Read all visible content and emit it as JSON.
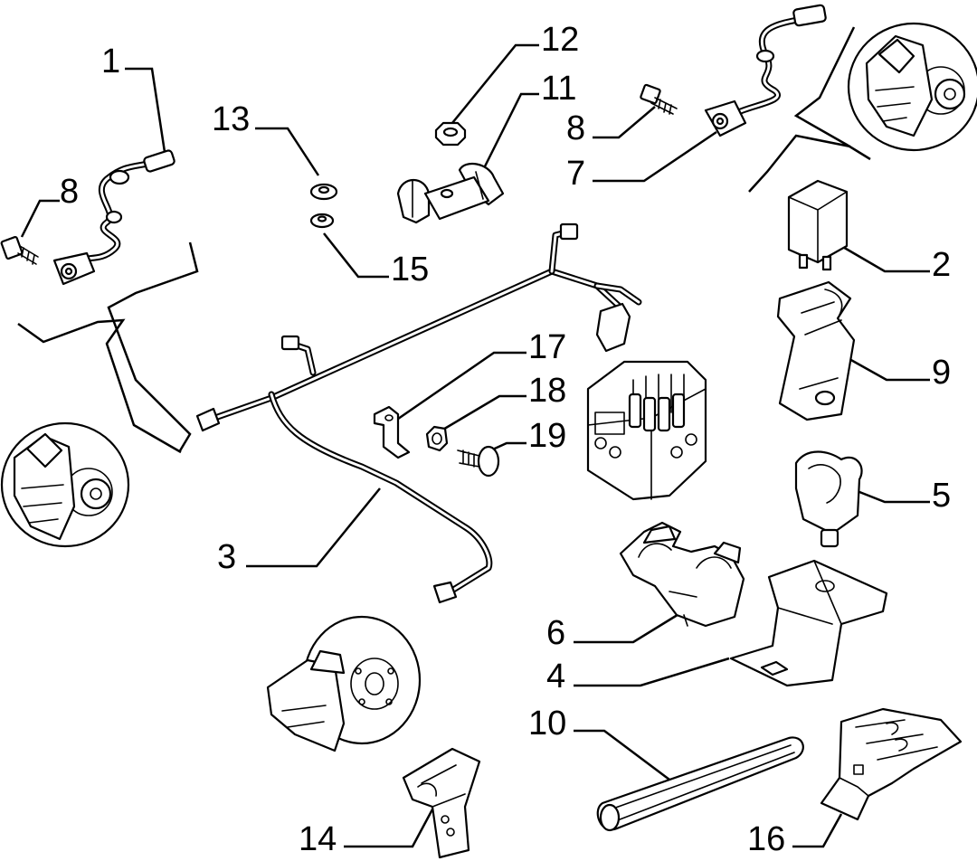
{
  "callouts": [
    {
      "id": "1",
      "label": "1"
    },
    {
      "id": "2",
      "label": "2"
    },
    {
      "id": "3",
      "label": "3"
    },
    {
      "id": "4",
      "label": "4"
    },
    {
      "id": "5",
      "label": "5"
    },
    {
      "id": "6",
      "label": "6"
    },
    {
      "id": "7",
      "label": "7"
    },
    {
      "id": "8a",
      "label": "8"
    },
    {
      "id": "8b",
      "label": "8"
    },
    {
      "id": "9",
      "label": "9"
    },
    {
      "id": "10",
      "label": "10"
    },
    {
      "id": "11",
      "label": "11"
    },
    {
      "id": "12",
      "label": "12"
    },
    {
      "id": "13",
      "label": "13"
    },
    {
      "id": "14",
      "label": "14"
    },
    {
      "id": "15",
      "label": "15"
    },
    {
      "id": "16",
      "label": "16"
    },
    {
      "id": "17",
      "label": "17"
    },
    {
      "id": "18",
      "label": "18"
    },
    {
      "id": "19",
      "label": "19"
    }
  ]
}
